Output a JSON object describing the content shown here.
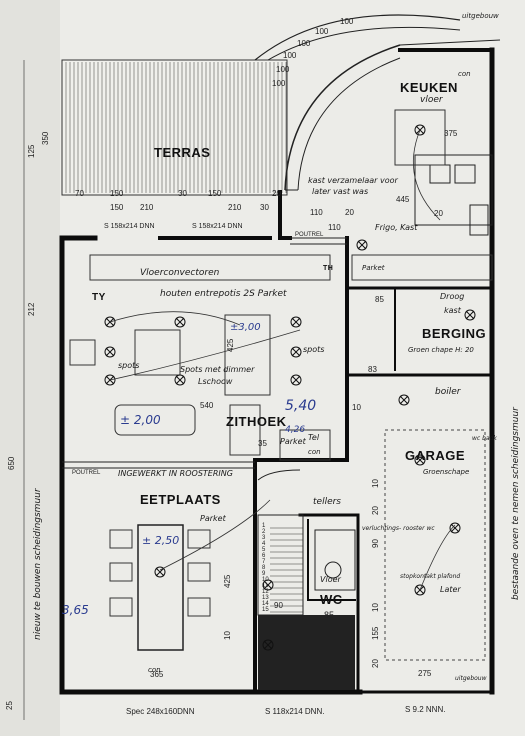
{
  "rooms": {
    "keuken": "KEUKEN",
    "terras": "TERRAS",
    "berging": "BERGING",
    "zithoek": "ZITHOEK",
    "garage": "GARAGE",
    "eetplaats": "EETPLAATS",
    "wc": "WC"
  },
  "notes": {
    "vloer_keuken": "vloer",
    "uitgebouw_top": "uitgebouw",
    "kast_line1": "kast verzamelaar voor",
    "kast_line2": "later vast was",
    "frigo": "Frigo, Kast",
    "parket_top": "Parket",
    "vloerconvectoren": "Vloerconvectoren",
    "houten": "houten entrepotis 2S Parket",
    "ty": "TY",
    "spots_left": "spots",
    "spots_right": "spots",
    "spots_dimmer": "Spots met dimmer",
    "schoow": "Lschoow",
    "droog": "Droog",
    "kast": "kast",
    "groen_chape_berging": "Groen chape H: 20",
    "boiler": "boiler",
    "parket_zit": "Parket",
    "tel": "Tel",
    "con_zit": "con",
    "ingewerkt": "INGEWERKT IN ROOSTERING",
    "poutrel_top": "POUTREL",
    "poutrel_left": "POUTREL",
    "groenschape_garage": "Groenschape",
    "wc_badk": "wc badk",
    "parket_eet": "Parket",
    "tellers": "tellers",
    "verluchtings": "verluchtings- rooster wc",
    "vloer_wc": "Vloer",
    "stopkontakt": "stopkontakt plafond",
    "later": "Later",
    "con_eet": "con",
    "uitgebouw_bottom": "uitgebouw",
    "con_keuken": "con",
    "th": "TH",
    "left_side": "nieuw te bouwen scheidingsmuur",
    "right_side": "bestaande oven te nemen scheidingsmuur",
    "bottom_left": "Spec 248x160DNN",
    "bottom_mid": "S 118x214 DNN.",
    "bottom_right": "S 9.2 NNN.",
    "window_1": "S 158x214 DNN",
    "window_2": "S 158x214 DNN"
  },
  "blue_notes": {
    "zit_area": "5,40",
    "small": "4,26",
    "pm1": "± 2,00",
    "pm2": "± 2,50",
    "dining_width": "3,65",
    "tv": "±3,00"
  },
  "dimensions": {
    "top_arc": [
      "100",
      "100",
      "100",
      "100",
      "100",
      "100"
    ],
    "terras_row": [
      "70",
      "150",
      "30",
      "150",
      "110",
      "20"
    ],
    "terras_row2": [
      "150",
      "210",
      "210",
      "30",
      "20"
    ],
    "keuken": [
      "375",
      "445",
      "110",
      "20",
      "85"
    ],
    "left_col": [
      "125",
      "350",
      "212",
      "650"
    ],
    "zithoek": [
      "425",
      "540",
      "10",
      "35"
    ],
    "eet": [
      "425",
      "365",
      "10",
      "20",
      "90",
      "10",
      "155",
      "20",
      "275",
      "85",
      "83"
    ],
    "stair": [
      "1",
      "2",
      "3",
      "4",
      "5",
      "6",
      "7",
      "8",
      "9",
      "10",
      "11",
      "12",
      "13",
      "14",
      "15",
      "16"
    ],
    "side": [
      "25",
      "90",
      "10"
    ]
  }
}
